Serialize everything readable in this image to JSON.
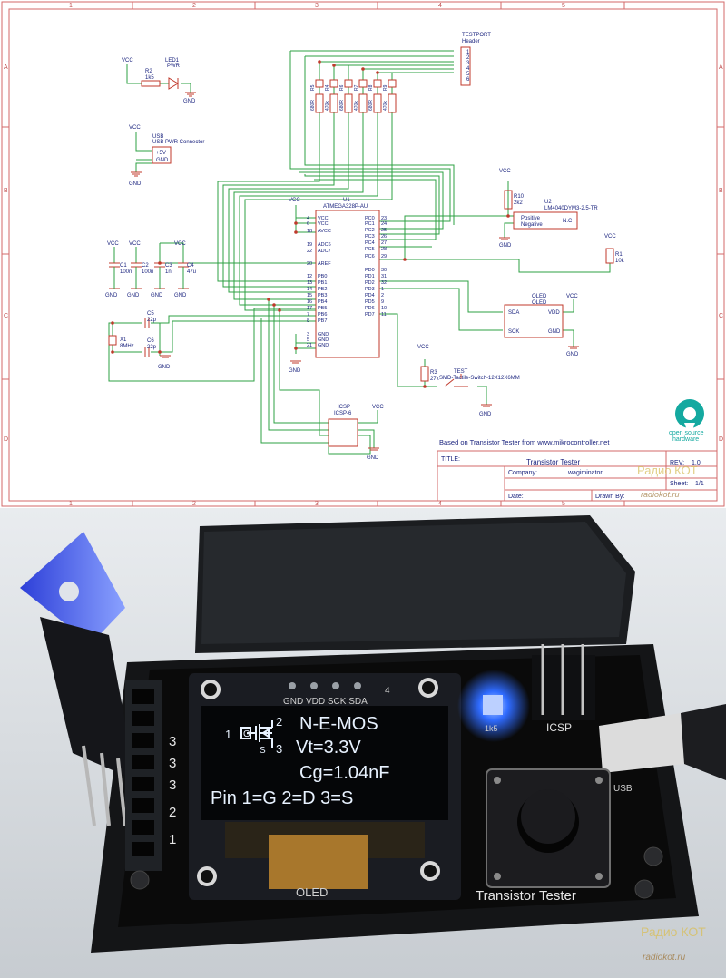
{
  "sheet": {
    "col_labels": [
      "1",
      "2",
      "3",
      "4",
      "5"
    ],
    "row_labels": [
      "A",
      "B",
      "C",
      "D"
    ],
    "credit": "Based on Transistor Tester from www.mikrocontroller.net",
    "oshw_label_1": "open source",
    "oshw_label_2": "hardware"
  },
  "title_block": {
    "title_label": "TITLE:",
    "title_value": "Transistor Tester",
    "rev_label": "REV:",
    "rev_value": "1.0",
    "company_label": "Company:",
    "company_value": "wagiminator",
    "sheet_label": "Sheet:",
    "sheet_value": "1/1",
    "date_label": "Date:",
    "drawn_label": "Drawn By:"
  },
  "parts": {
    "testport": {
      "ref": "TESTPORT",
      "value": "Header",
      "pins": [
        "1",
        "2",
        "3",
        "4",
        "5",
        "6"
      ]
    },
    "led1": {
      "ref": "LED1",
      "value": "PWR"
    },
    "r2": {
      "ref": "R2",
      "value": "1k5"
    },
    "usb": {
      "ref": "USB",
      "value": "USB PWR Connector",
      "pin1": "+5V",
      "pin2": "GND"
    },
    "pullups": [
      {
        "ref": "R5",
        "value": "680R"
      },
      {
        "ref": "R4",
        "value": "470k"
      },
      {
        "ref": "R6",
        "value": "680R"
      },
      {
        "ref": "R7",
        "value": "470k"
      },
      {
        "ref": "R8",
        "value": "680R"
      },
      {
        "ref": "R9",
        "value": "470k"
      }
    ],
    "u1": {
      "ref": "U1",
      "value": "ATMEGA328P-AU",
      "left_pins": [
        [
          "4",
          "VCC"
        ],
        [
          "6",
          "VCC"
        ],
        [
          "18",
          "AVCC"
        ],
        [
          "19",
          "ADC6"
        ],
        [
          "22",
          "ADC7"
        ],
        [
          "20",
          "AREF"
        ],
        [
          "12",
          "PB0"
        ],
        [
          "13",
          "PB1"
        ],
        [
          "14",
          "PB2"
        ],
        [
          "15",
          "PB3"
        ],
        [
          "16",
          "PB4"
        ],
        [
          "17",
          "PB5"
        ],
        [
          "7",
          "PB6"
        ],
        [
          "8",
          "PB7"
        ],
        [
          "3",
          "GND"
        ],
        [
          "5",
          "GND"
        ],
        [
          "21",
          "GND"
        ]
      ],
      "right_pins": [
        [
          "23",
          "PC0"
        ],
        [
          "24",
          "PC1"
        ],
        [
          "25",
          "PC2"
        ],
        [
          "26",
          "PC3"
        ],
        [
          "27",
          "PC4"
        ],
        [
          "28",
          "PC5"
        ],
        [
          "29",
          "PC6"
        ],
        [
          "30",
          "PD0"
        ],
        [
          "31",
          "PD1"
        ],
        [
          "32",
          "PD2"
        ],
        [
          "1",
          "PD3"
        ],
        [
          "2",
          "PD4"
        ],
        [
          "9",
          "PD5"
        ],
        [
          "10",
          "PD6"
        ],
        [
          "11",
          "PD7"
        ]
      ]
    },
    "r10": {
      "ref": "R10",
      "value": "2k2"
    },
    "u2": {
      "ref": "U2",
      "value": "LM4040DYM3-2.5-TR",
      "pin1": "Positive",
      "pin2": "Negative",
      "pin3": "N.C"
    },
    "r1": {
      "ref": "R1",
      "value": "10k"
    },
    "caps": [
      {
        "ref": "C1",
        "value": "100n"
      },
      {
        "ref": "C2",
        "value": "100n"
      },
      {
        "ref": "C3",
        "value": "1n"
      },
      {
        "ref": "C4",
        "value": "47u"
      }
    ],
    "c5": {
      "ref": "C5",
      "value": "22p"
    },
    "c6": {
      "ref": "C6",
      "value": "22p"
    },
    "x1": {
      "ref": "X1",
      "value": "8MHz"
    },
    "oled": {
      "ref": "OLED",
      "value": "OLED",
      "sda": "SDA",
      "sck": "SCK",
      "vdd": "VDD",
      "gnd": "GND"
    },
    "r3": {
      "ref": "R3",
      "value": "27k"
    },
    "test": {
      "ref": "TEST",
      "value": "SMD-Tactile-Switch-12X12X6MM"
    },
    "icsp": {
      "ref": "ICSP",
      "value": "ICSP-6"
    },
    "net_vcc": "VCC",
    "net_gnd": "GND"
  },
  "photo": {
    "oled_lines": [
      "N-E-MOS",
      "Vt=3.3V",
      "Cg=1.04nF",
      "Pin 1=G 2=D 3=S"
    ],
    "header_pins": "GND VDD SCK SDA",
    "pcb_label": "Transistor Tester",
    "icsp_label": "ICSP",
    "oled_label": "OLED",
    "usb_label": "USB",
    "r_label": "1k5",
    "pin4_label": "4",
    "testport_numbers": [
      "3",
      "3",
      "3",
      "2",
      "1"
    ],
    "diagram_pins": [
      "1",
      "2",
      "3"
    ]
  },
  "watermark": {
    "line1": "Радио КОТ",
    "line2": "radiokot.ru"
  },
  "colors": {
    "wire": "#2ea043",
    "symbol": "#c0392b",
    "text": "#1a237e",
    "frame": "#d36a6a",
    "led_blue": "#2f6bff",
    "oled_text": "#e8f2ff"
  }
}
